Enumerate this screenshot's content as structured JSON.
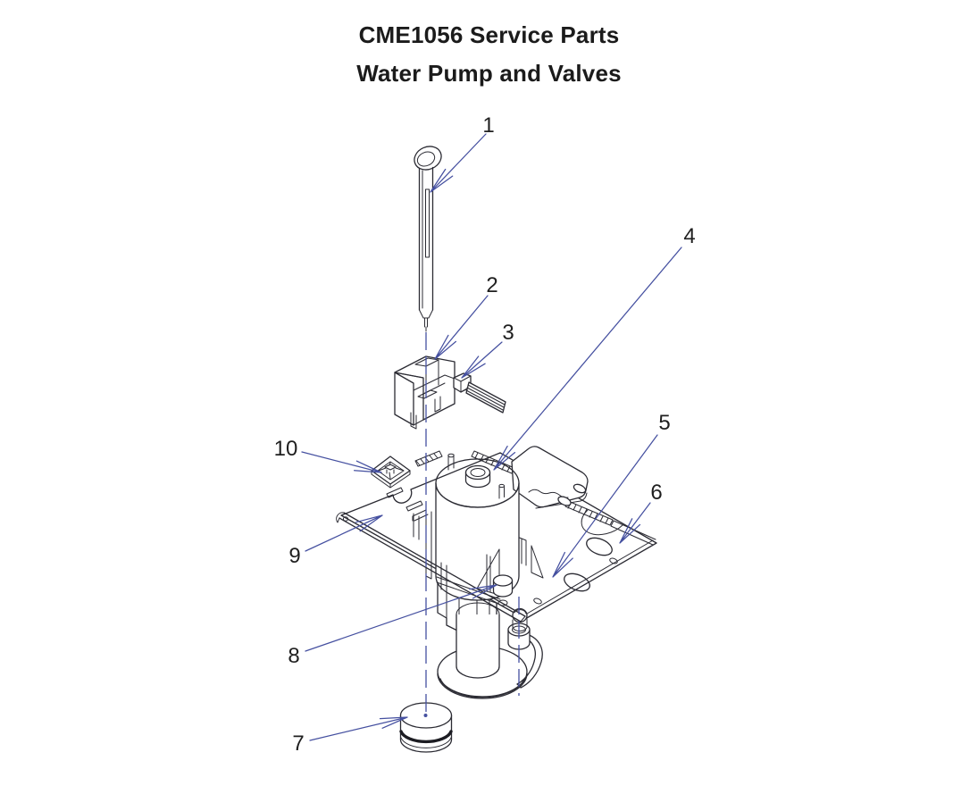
{
  "title": {
    "line1": "CME1056 Service Parts",
    "line2": "Water Pump and Valves"
  },
  "diagram": {
    "description": "Exploded isometric service-parts drawing of water pump and valves assembly",
    "callouts": [
      {
        "number": "1"
      },
      {
        "number": "2"
      },
      {
        "number": "3"
      },
      {
        "number": "4"
      },
      {
        "number": "5"
      },
      {
        "number": "6"
      },
      {
        "number": "7"
      },
      {
        "number": "8"
      },
      {
        "number": "9"
      },
      {
        "number": "10"
      }
    ],
    "colors": {
      "background": "#ffffff",
      "drawing_line": "#2b2b33",
      "leader_line": "#4550a0",
      "label_text": "#1f1f1f"
    }
  }
}
